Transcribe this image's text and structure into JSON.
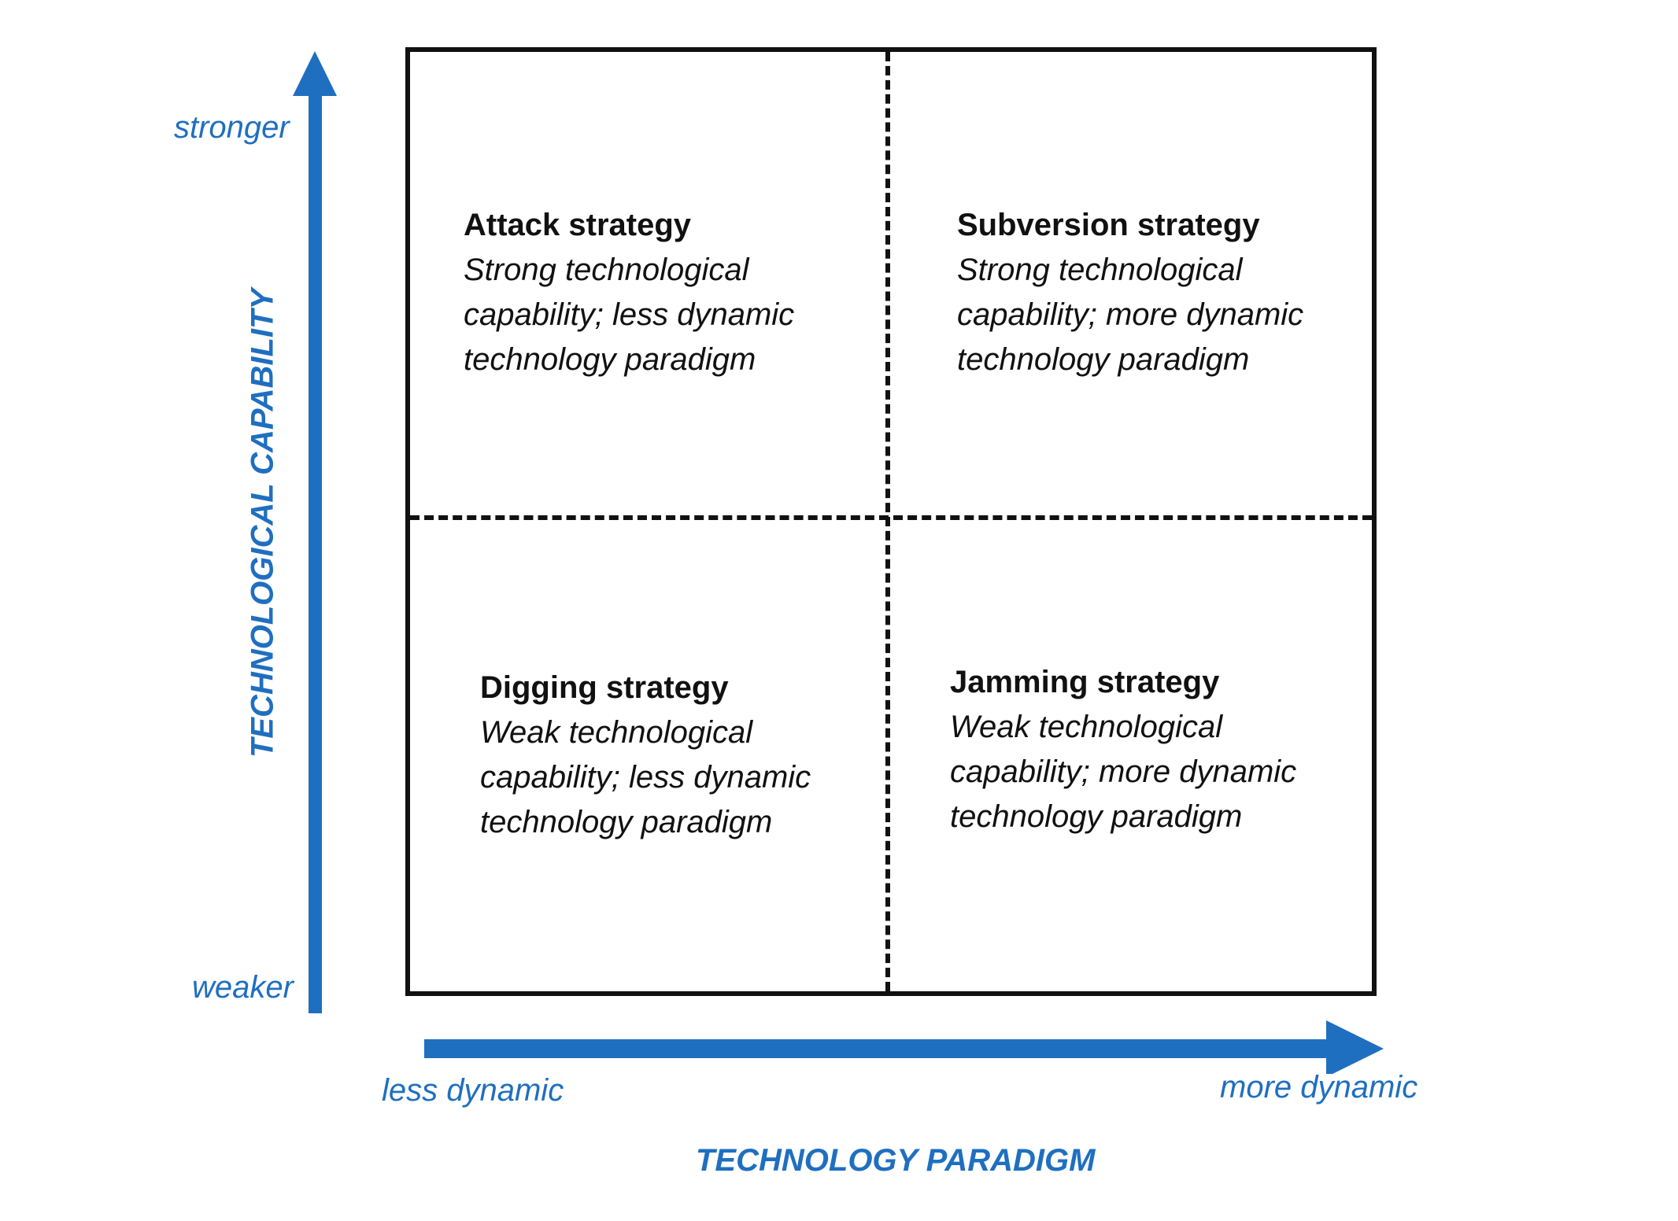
{
  "colors": {
    "axis": "#1f6fc0",
    "lines": "#111111",
    "text": "#111111"
  },
  "y_axis": {
    "title": "TECHNOLOGICAL CAPABILITY",
    "top_label": "stronger",
    "bottom_label": "weaker"
  },
  "x_axis": {
    "title": "TECHNOLOGY PARADIGM",
    "left_label": "less dynamic",
    "right_label": "more dynamic"
  },
  "quadrants": {
    "top_left": {
      "title": "Attack strategy",
      "lines": [
        "Strong technological",
        "capability; less dynamic",
        "technology paradigm"
      ]
    },
    "top_right": {
      "title": "Subversion strategy",
      "lines": [
        "Strong technological",
        "capability; more dynamic",
        "technology paradigm"
      ]
    },
    "bottom_left": {
      "title": "Digging strategy",
      "lines": [
        "Weak technological",
        "capability; less dynamic",
        "technology paradigm"
      ]
    },
    "bottom_right": {
      "title": "Jamming strategy",
      "lines": [
        "Weak technological",
        "capability; more dynamic",
        "technology paradigm"
      ]
    }
  }
}
